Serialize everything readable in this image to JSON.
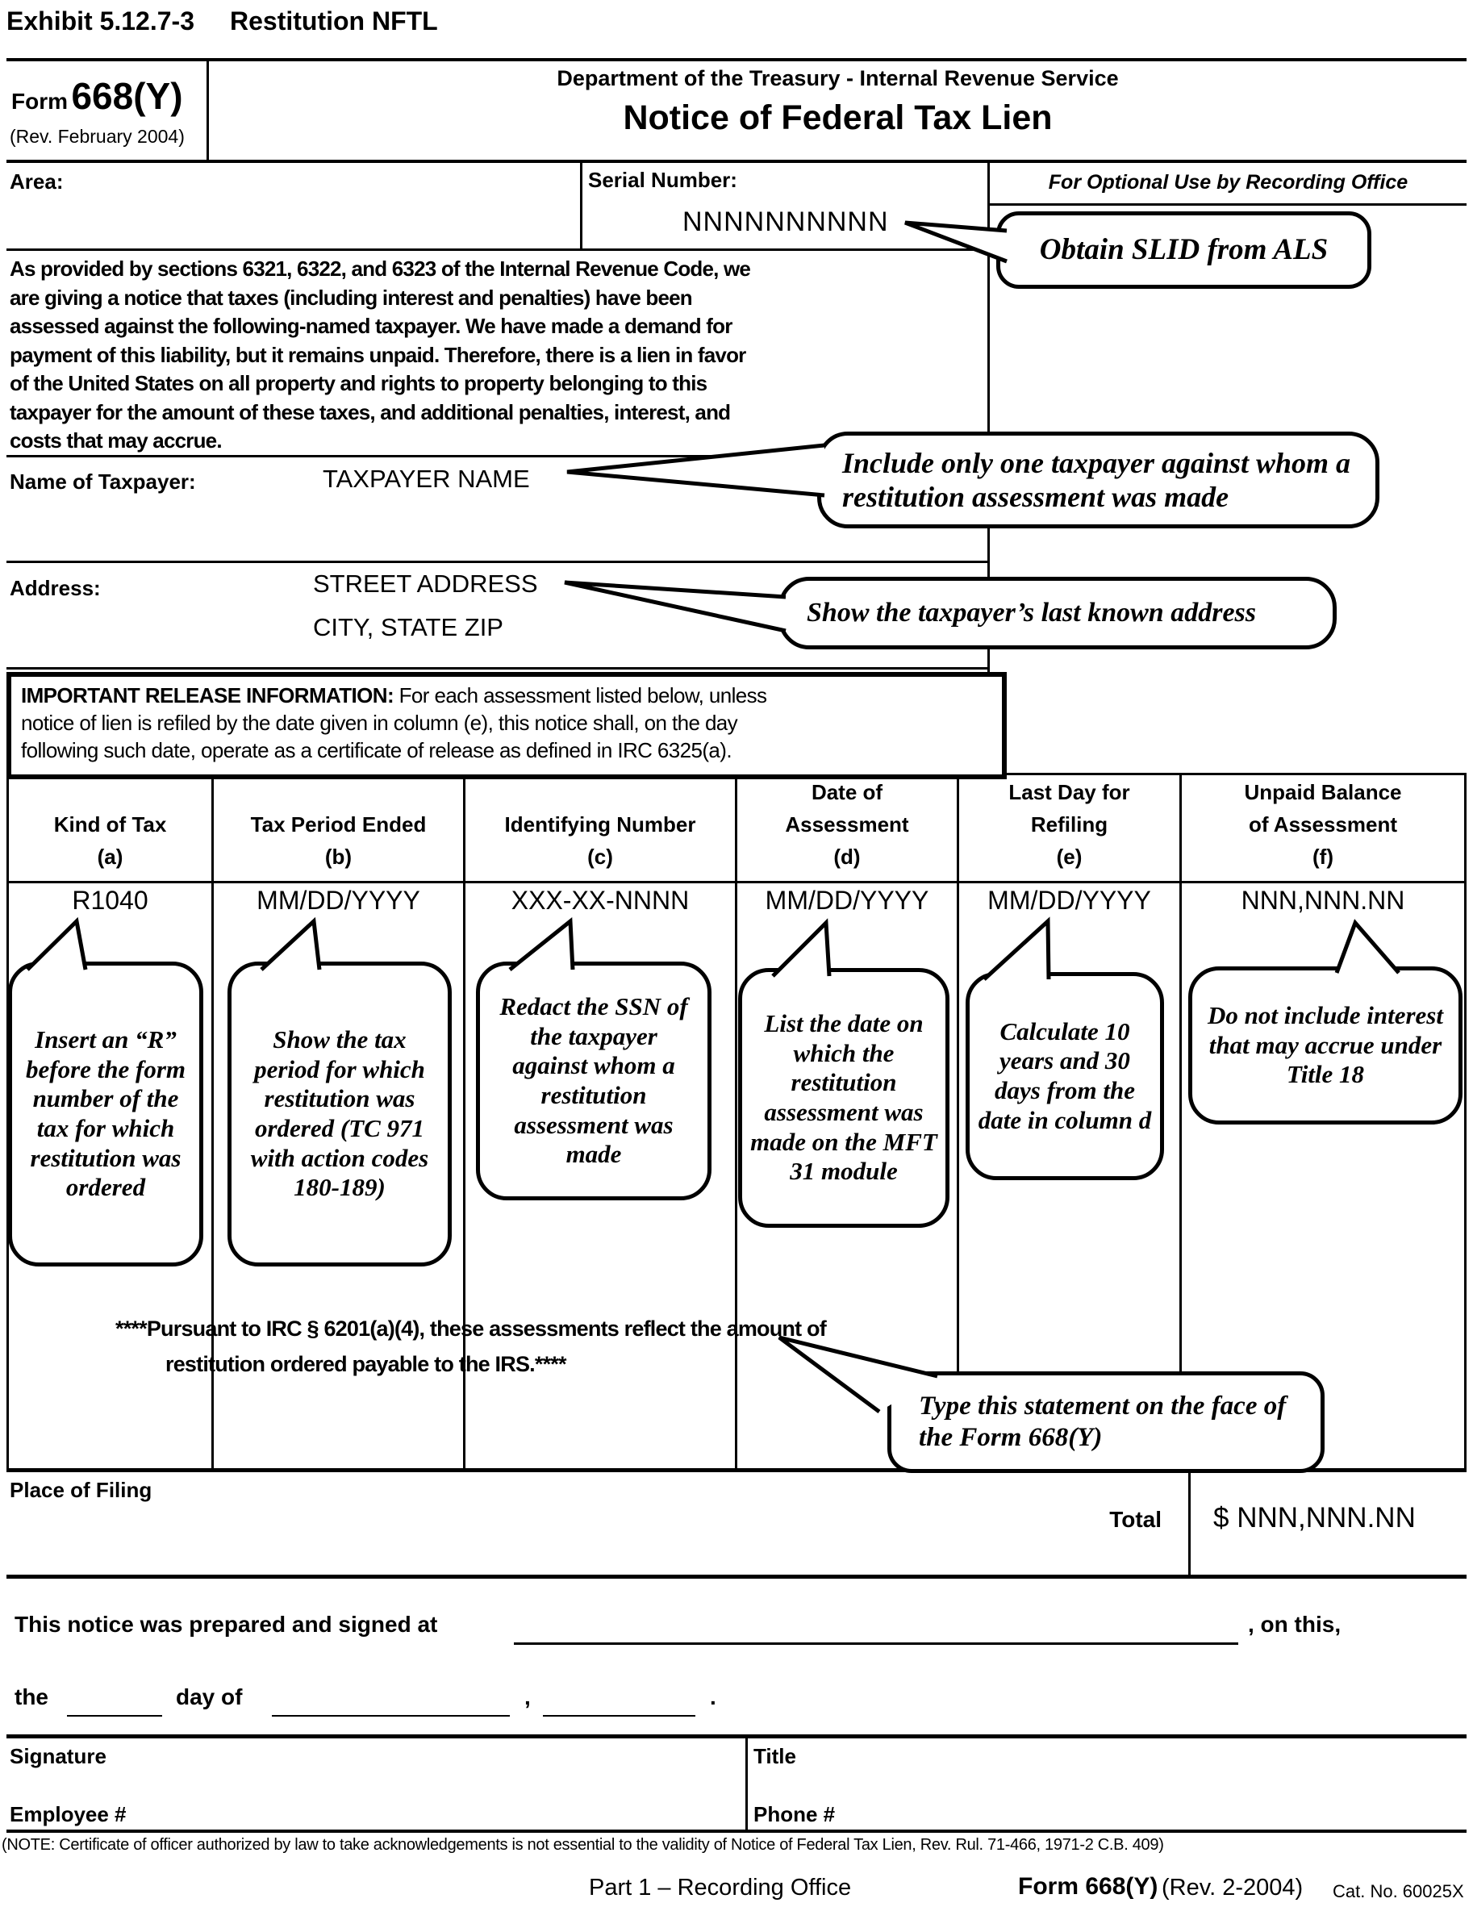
{
  "exhibit": {
    "label": "Exhibit 5.12.7-3",
    "title": "Restitution NFTL"
  },
  "header": {
    "form_word": "Form",
    "form_number": "668(Y)",
    "revision": "(Rev. February 2004)",
    "department": "Department of the Treasury - Internal Revenue Service",
    "title": "Notice of Federal Tax Lien"
  },
  "meta": {
    "area_label": "Area:",
    "serial_label": "Serial Number:",
    "serial_value": "NNNNNNNNNN",
    "recording_office_label": "For Optional Use by Recording Office"
  },
  "intro_lines": [
    "As provided by sections 6321, 6322, and 6323 of the Internal Revenue Code, we",
    "are giving a notice that taxes (including interest and penalties) have been",
    "assessed against the following-named taxpayer.  We have made a demand for",
    "payment of this liability, but it remains unpaid.  Therefore, there is a lien in favor",
    "of the United States on all property and rights to property belonging to this",
    "taxpayer for the amount of these taxes, and additional penalties, interest, and",
    "costs that may accrue."
  ],
  "taxpayer": {
    "name_label": "Name of Taxpayer:",
    "name_value": "TAXPAYER NAME",
    "address_label": "Address:",
    "address_line1": "STREET ADDRESS",
    "address_line2": "CITY, STATE ZIP"
  },
  "release": {
    "label": "IMPORTANT RELEASE INFORMATION:",
    "line0_rest": " For each assessment listed below, unless",
    "line1": "notice of lien is refiled by the date given in column (e), this notice shall, on the day",
    "line2": "following such date, operate as a certificate of release as defined in IRC 6325(a)."
  },
  "table": {
    "columns": [
      {
        "line1": "",
        "line2": "Kind of Tax",
        "letter": "(a)",
        "value": "R1040"
      },
      {
        "line1": "",
        "line2": "Tax Period Ended",
        "letter": "(b)",
        "value": "MM/DD/YYYY"
      },
      {
        "line1": "",
        "line2": "Identifying Number",
        "letter": "(c)",
        "value": "XXX-XX-NNNN"
      },
      {
        "line1": "Date of",
        "line2": "Assessment",
        "letter": "(d)",
        "value": "MM/DD/YYYY"
      },
      {
        "line1": "Last Day for",
        "line2": "Refiling",
        "letter": "(e)",
        "value": "MM/DD/YYYY"
      },
      {
        "line1": "Unpaid Balance",
        "line2": "of Assessment",
        "letter": "(f)",
        "value": "NNN,NNN.NN"
      }
    ],
    "place_of_filing_label": "Place of Filing",
    "total_label": "Total",
    "total_value": "$ NNN,NNN.NN"
  },
  "callouts": {
    "slid": "Obtain SLID from ALS",
    "taxpayer": "Include only one taxpayer against whom a restitution assessment was made",
    "address": "Show the taxpayer’s last known address",
    "col_a": "Insert an “R” before the form number of the tax for which restitution was ordered",
    "col_b": "Show the tax period for which restitution was ordered (TC 971 with action codes 180-189)",
    "col_c": "Redact the SSN of the taxpayer against whom a restitution assessment was made",
    "col_d": "List the date on which the restitution assessment was made on the MFT 31 module",
    "col_e": "Calculate 10 years and 30 days from the date in column d",
    "col_f": "Do not include interest that may accrue under Title 18",
    "statement": "Type this statement on the face of the Form 668(Y)"
  },
  "statement": {
    "line1": "****Pursuant to IRC § 6201(a)(4), these assessments reflect the amount of",
    "line2": "restitution ordered payable to the IRS.****"
  },
  "signature_block": {
    "prepared_prefix": "This notice was prepared and signed at",
    "prepared_suffix": ", on this,",
    "the": "the",
    "day_of": "day of",
    "comma": ",",
    "period": ".",
    "signature_label": "Signature",
    "title_label": "Title",
    "employee_label": "Employee #",
    "phone_label": "Phone #"
  },
  "footer": {
    "note": "(NOTE: Certificate of officer authorized by law to take acknowledgements is not essential to the validity of Notice of Federal Tax Lien, Rev. Rul. 71-466, 1971-2 C.B. 409)",
    "part": "Part 1 – Recording Office",
    "form_bold": "Form 668(Y)",
    "form_rev": "(Rev. 2-2004)",
    "cat": "Cat. No. 60025X"
  }
}
